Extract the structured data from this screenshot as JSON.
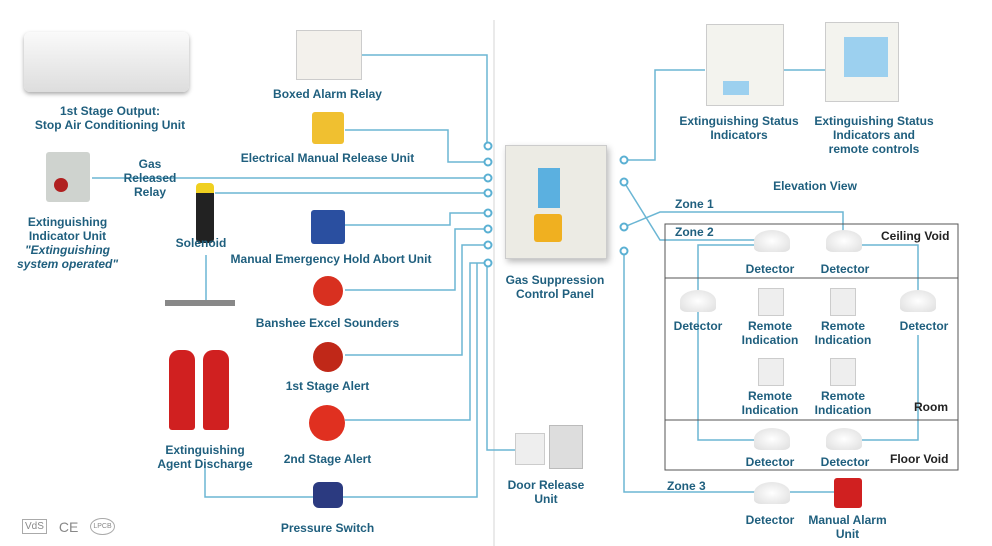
{
  "colors": {
    "text": "#1f5f7e",
    "wire": "#6bb6d4",
    "box": "#555555"
  },
  "left": {
    "ac_unit": {
      "line1": "1st Stage Output:",
      "line2": "Stop Air Conditioning Unit"
    },
    "boxed_alarm_relay": "Boxed Alarm Relay",
    "electrical_manual_release": "Electrical Manual Release Unit",
    "gas_released_relay": {
      "line1": "Gas",
      "line2": "Released",
      "line3": "Relay"
    },
    "indicator_unit": {
      "line1": "Extinguishing",
      "line2": "Indicator Unit",
      "line3": "\"Extinguishing",
      "line4": "system operated\""
    },
    "solenoid": "Solenoid",
    "hold_abort": "Manual Emergency Hold Abort Unit",
    "sounders": "Banshee Excel Sounders",
    "first_alert": "1st Stage Alert",
    "second_alert": "2nd Stage Alert",
    "agent_discharge": {
      "line1": "Extinguishing",
      "line2": "Agent Discharge"
    },
    "pressure_switch": "Pressure Switch"
  },
  "center": {
    "panel": {
      "line1": "Gas Suppression",
      "line2": "Control Panel"
    },
    "door_release": {
      "line1": "Door Release",
      "line2": "Unit"
    }
  },
  "right": {
    "status_indicators": {
      "line1": "Extinguishing Status",
      "line2": "Indicators"
    },
    "status_remote": {
      "line1": "Extinguishing Status",
      "line2": "Indicators and",
      "line3": "remote controls"
    },
    "elevation_view": "Elevation View",
    "zone1": "Zone 1",
    "zone2": "Zone 2",
    "zone3": "Zone 3",
    "ceiling_void": "Ceiling Void",
    "room": "Room",
    "floor_void": "Floor Void",
    "detector": "Detector",
    "remote_indication": {
      "line1": "Remote",
      "line2": "Indication"
    },
    "manual_alarm": {
      "line1": "Manual Alarm",
      "line2": "Unit"
    }
  },
  "footer": {
    "marks": [
      "VdS",
      "CE",
      "LPCB"
    ]
  }
}
